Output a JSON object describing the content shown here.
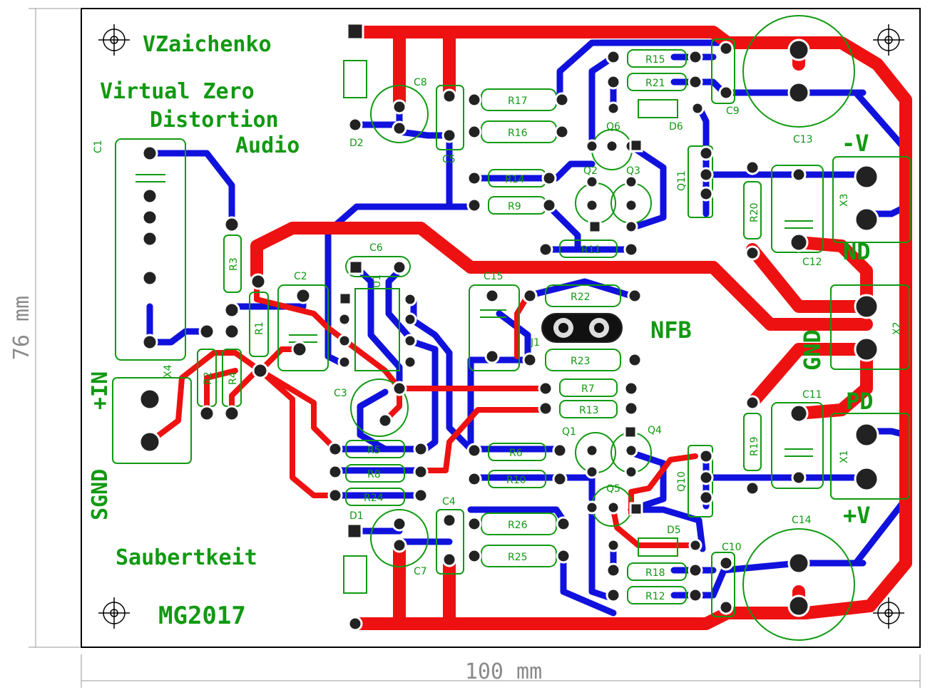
{
  "board": {
    "author": "VZaichenko",
    "title_lines": [
      "Virtual Zero",
      "Distortion",
      "Audio"
    ],
    "subtitle": "Saubertkeit",
    "project": "MG2017"
  },
  "dimensions": {
    "width_label": "100 mm",
    "height_label": "76 mm"
  },
  "connectors": {
    "neg_v": "-V",
    "pos_v": "+V",
    "gnd": "GND",
    "nd": "ND",
    "pd": "PD",
    "in": "+IN",
    "sgnd": "SGND",
    "nfb": "NFB"
  },
  "components": {
    "resistors": [
      "R15",
      "R21",
      "R17",
      "R16",
      "R14",
      "R9",
      "R11",
      "R22",
      "R23",
      "R7",
      "R13",
      "R5",
      "R8",
      "R24",
      "R6",
      "R10",
      "R26",
      "R25",
      "R18",
      "R12",
      "R20",
      "R19",
      "R3",
      "R1",
      "R2",
      "R4"
    ],
    "capacitors": [
      "C8",
      "C5",
      "C9",
      "C13",
      "C12",
      "C1",
      "C2",
      "C6",
      "C15",
      "C3",
      "C4",
      "C7",
      "C10",
      "C14",
      "C11"
    ],
    "transistors": [
      "Q6",
      "Q2",
      "Q3",
      "Q11",
      "Q1",
      "Q4",
      "Q5",
      "Q10"
    ],
    "diodes": [
      "D2",
      "D6",
      "D1",
      "D5"
    ],
    "headers": [
      "X3",
      "X2",
      "X1",
      "X4",
      "J1",
      "U1"
    ]
  },
  "colors": {
    "top_copper": "#ee1111",
    "bottom_copper": "#1111dd",
    "silkscreen": "#119911",
    "board_outline": "#000000",
    "dimension_lines": "#8a8a8a"
  }
}
